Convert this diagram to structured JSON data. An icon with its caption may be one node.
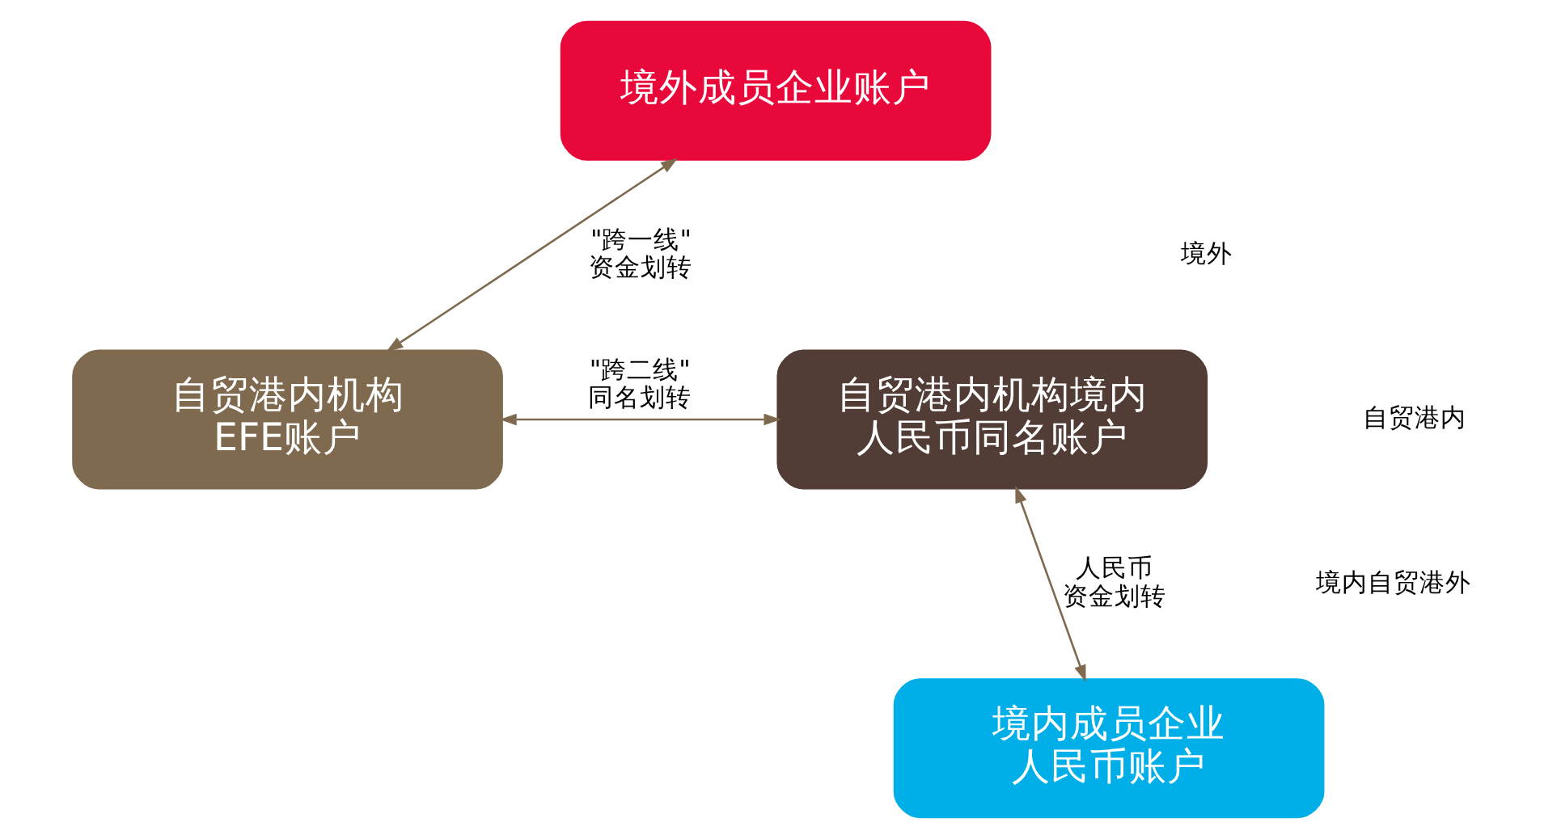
{
  "diagram": {
    "nodes": [
      {
        "text": [
          "境外成员企业账户"
        ]
      },
      {
        "text": [
          "自贸港内机构EFE账户"
        ]
      },
      {
        "text": [
          "自贸港内机构境内人民币同名账户"
        ]
      },
      {
        "text": [
          "境内成员企业人民币账户"
        ]
      }
    ],
    "edges": [
      {
        "from": 0,
        "to": 1,
        "arrow": "both",
        "label": "\"跨一线\"资金划转"
      },
      {
        "from": 1,
        "to": 2,
        "arrow": "both",
        "label": "\"跨二线\"同名划转"
      },
      {
        "from": 2,
        "to": 3,
        "arrow": "both",
        "label": "人民币资金划转"
      }
    ],
    "labels": [
      "境外",
      "自贸港内",
      "境内自贸港外"
    ]
  }
}
